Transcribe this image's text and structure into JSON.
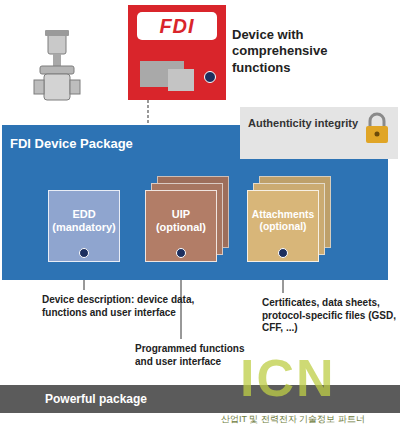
{
  "diagram": {
    "nodes": [
      {
        "text": [
          "FDI",
          "Device with comprehensive functions"
        ]
      },
      {
        "text": [
          "Authenticity integrity"
        ]
      },
      {
        "text": [
          "FDI Device Package"
        ]
      },
      {
        "text": [
          "EDD (mandatory)"
        ],
        "in": 2
      },
      {
        "text": [
          "UIP (optional)"
        ],
        "in": 2
      },
      {
        "text": [
          "Attachments (optional)"
        ],
        "in": 2
      },
      {
        "text": [
          "Powerful package"
        ]
      }
    ],
    "edges": [
      {
        "from": 0,
        "to": 2,
        "arrow": "none"
      }
    ],
    "labels": [
      "Device description: device data, functions and user interface",
      "Programmed functions and user interface",
      "Certificates, data sheets, protocol-specific files (GSD, CFF, ...)",
      "ICN",
      "산업IT 및 전력전자 기술정보 파트너"
    ]
  }
}
